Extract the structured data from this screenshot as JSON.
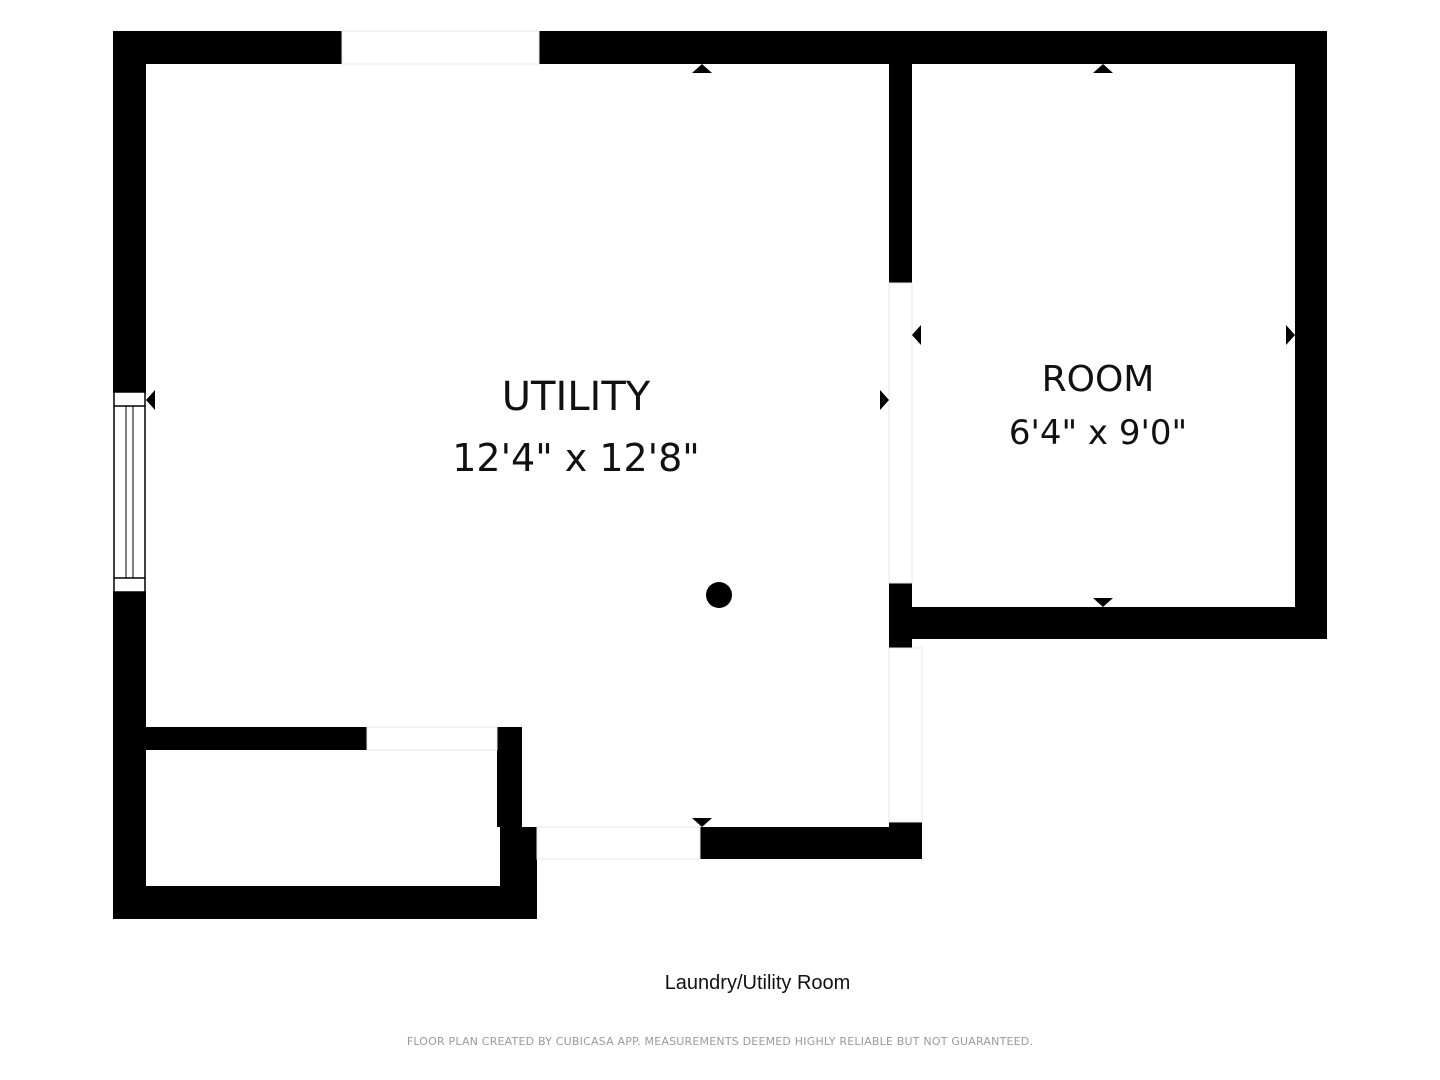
{
  "rooms": {
    "utility": {
      "name": "UTILITY",
      "dimensions": "12'4\" x 12'8\""
    },
    "room": {
      "name": "ROOM",
      "dimensions": "6'4\" x 9'0\""
    }
  },
  "plan_title": "Laundry/Utility Room",
  "disclaimer": "FLOOR PLAN CREATED BY CUBICASA APP. MEASUREMENTS DEEMED HIGHLY RELIABLE BUT NOT GUARANTEED.",
  "colors": {
    "wall": "#000000",
    "background": "#ffffff",
    "text": "#111111",
    "disclaimer": "#9a9a9a"
  }
}
